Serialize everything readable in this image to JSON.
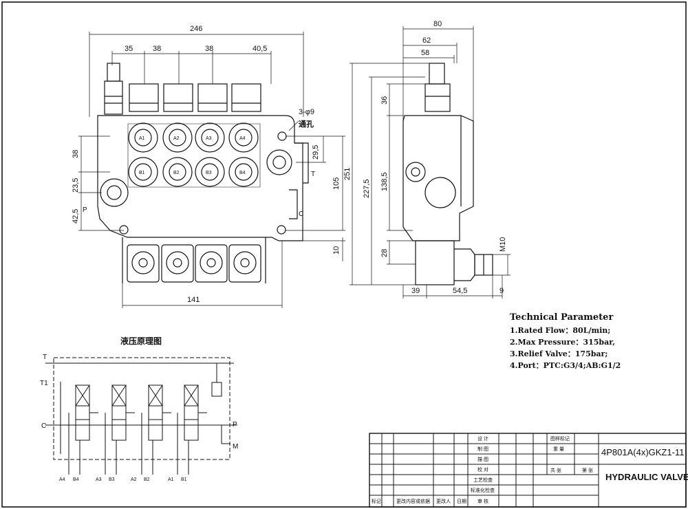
{
  "front_view": {
    "overall_width": "246",
    "pitches": [
      "35",
      "38",
      "38",
      "40,5"
    ],
    "bottom_width": "141",
    "left_dims": [
      "38",
      "23,5",
      "42,5"
    ],
    "right_dims": [
      "29,5",
      "105",
      "10"
    ],
    "hole_note": "3-φ9",
    "hole_note_cn": "通孔",
    "port_labels_top": [
      "A1",
      "A2",
      "A3",
      "A4"
    ],
    "port_labels_bottom": [
      "B1",
      "B2",
      "B3",
      "B4"
    ],
    "port_T": "T",
    "port_P": "P",
    "port_C": "C"
  },
  "side_view": {
    "top_dims": [
      "80",
      "62",
      "58"
    ],
    "height_dims": [
      "251",
      "227,5",
      "138,5"
    ],
    "inner_dims": [
      "36",
      "28"
    ],
    "bottom_dims": [
      "39",
      "54,5",
      "9"
    ],
    "thread": "M10"
  },
  "schematic": {
    "title": "液压原理图",
    "left_labels": [
      "T",
      "T1",
      "C"
    ],
    "right_labels": [
      "P",
      "M"
    ],
    "bottom_labels": [
      "A4",
      "B4",
      "A3",
      "B3",
      "A2",
      "B2",
      "A1",
      "B1"
    ]
  },
  "technical_parameter": {
    "title": "Technical Parameter",
    "lines": [
      "1.Rated Flow：80L/min;",
      "2.Max Pressure：315bar,",
      "3.Relief Valve：175bar;",
      "4.Port：PTC:G3/4;AB:G1/2"
    ]
  },
  "title_block": {
    "row_labels": [
      "设 计",
      "制 图",
      "描 图",
      "校 对",
      "工艺检查",
      "标准化检查",
      "审 核"
    ],
    "mid_labels": [
      "图样标记",
      "重 量"
    ],
    "bottom_labels": [
      "标记",
      "更改内容或依据",
      "更改人",
      "日期"
    ],
    "sheet_labels": [
      "共 张",
      "第 张"
    ],
    "part_number": "4P801A(4x)GKZ1-11",
    "product_name": "HYDRAULIC VALVE"
  }
}
